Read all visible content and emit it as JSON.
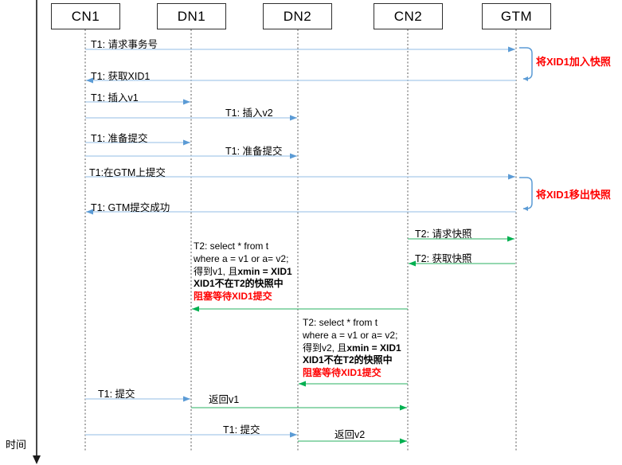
{
  "diagram_type": "sequence-diagram",
  "colors": {
    "blue_line": "#A9CBE9",
    "blue_head": "#5B9BD5",
    "green_line": "#53C181",
    "green_head": "#00B050",
    "red_text": "#FF0000",
    "lifeline": "#595959"
  },
  "actors": [
    {
      "id": "CN1",
      "label": "CN1"
    },
    {
      "id": "DN1",
      "label": "DN1"
    },
    {
      "id": "DN2",
      "label": "DN2"
    },
    {
      "id": "CN2",
      "label": "CN2"
    },
    {
      "id": "GTM",
      "label": "GTM"
    }
  ],
  "time_axis": {
    "label": "时间"
  },
  "messages": [
    {
      "label": "T1: 请求事务号",
      "from": "CN1",
      "to": "GTM",
      "color": "blue"
    },
    {
      "label": "T1: 获取XID1",
      "from": "GTM",
      "to": "CN1",
      "color": "blue"
    },
    {
      "label": "T1: 插入v1",
      "from": "CN1",
      "to": "DN1",
      "color": "blue"
    },
    {
      "label": "T1: 插入v2",
      "from": "CN1",
      "to": "DN2",
      "color": "blue"
    },
    {
      "label": "T1: 准备提交",
      "from": "CN1",
      "to": "DN1",
      "color": "blue"
    },
    {
      "label": "T1: 准备提交",
      "from": "CN1",
      "to": "DN2",
      "color": "blue"
    },
    {
      "label": "T1:在GTM上提交",
      "from": "CN1",
      "to": "GTM",
      "color": "blue"
    },
    {
      "label": "T1: GTM提交成功",
      "from": "GTM",
      "to": "CN1",
      "color": "blue"
    },
    {
      "label": "T1: 提交",
      "from": "CN1",
      "to": "DN1",
      "color": "blue"
    },
    {
      "label": "T1: 提交",
      "from": "CN1",
      "to": "DN2",
      "color": "blue"
    },
    {
      "label": "T2: 请求快照",
      "from": "CN2",
      "to": "GTM",
      "color": "green"
    },
    {
      "label": "T2: 获取快照",
      "from": "GTM",
      "to": "CN2",
      "color": "green"
    },
    {
      "label": "",
      "from": "CN2",
      "to": "DN1",
      "color": "green"
    },
    {
      "label": "",
      "from": "CN2",
      "to": "DN2",
      "color": "green"
    },
    {
      "label": "返回v1",
      "from": "DN1",
      "to": "CN2",
      "color": "green"
    },
    {
      "label": "返回v2",
      "from": "DN2",
      "to": "CN2",
      "color": "green"
    }
  ],
  "brackets": [
    {
      "label": "将XID1加入快照"
    },
    {
      "label": "将XID1移出快照"
    }
  ],
  "notes": [
    {
      "line1": "T2: select * from t",
      "line2": "where a = v1 or a= v2;",
      "line3_regular": "得到v1, 且",
      "line3_bold": "xmin = XID1",
      "line4": "XID1不在T2的快照中",
      "line5": "阻塞等待XID1提交"
    },
    {
      "line1": "T2: select * from t",
      "line2": "where a = v1 or a= v2;",
      "line3_regular": "得到v2, 且",
      "line3_bold": "xmin = XID1",
      "line4": "XID1不在T2的快照中",
      "line5": "阻塞等待XID1提交"
    }
  ]
}
